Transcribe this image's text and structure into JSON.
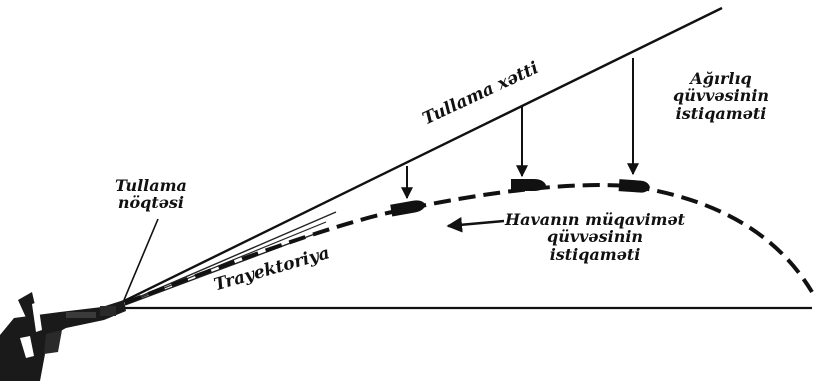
{
  "labels": {
    "firing_line": "Tullama xətti",
    "firing_point_line1": "Tullama",
    "firing_point_line2": "nöqtəsi",
    "trajectory": "Trayektoriya",
    "gravity_line1": "Ağırlıq",
    "gravity_line2": "qüvvəsinin",
    "gravity_line3": "istiqaməti",
    "air_resistance_line1": "Havanın müqavimət",
    "air_resistance_line2": "qüvvəsinin",
    "air_resistance_line3": "istiqaməti"
  },
  "colors": {
    "ink": "#111111",
    "rifle_dark": "#1a1a1a",
    "rifle_mid": "#3a3a3a",
    "background": "#ffffff"
  },
  "icons": {
    "rifle": "rifle-icon",
    "bullet": "bullet-icon",
    "arrow": "arrow-icon"
  }
}
